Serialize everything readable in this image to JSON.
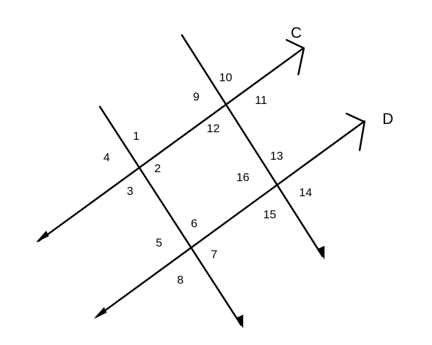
{
  "line_names": {
    "c": "C",
    "d": "D"
  },
  "angle_labels": [
    "1",
    "2",
    "3",
    "4",
    "5",
    "6",
    "7",
    "8",
    "9",
    "10",
    "11",
    "12",
    "13",
    "14",
    "15",
    "16"
  ],
  "colors": {
    "stroke": "#000000",
    "background": "#ffffff"
  }
}
